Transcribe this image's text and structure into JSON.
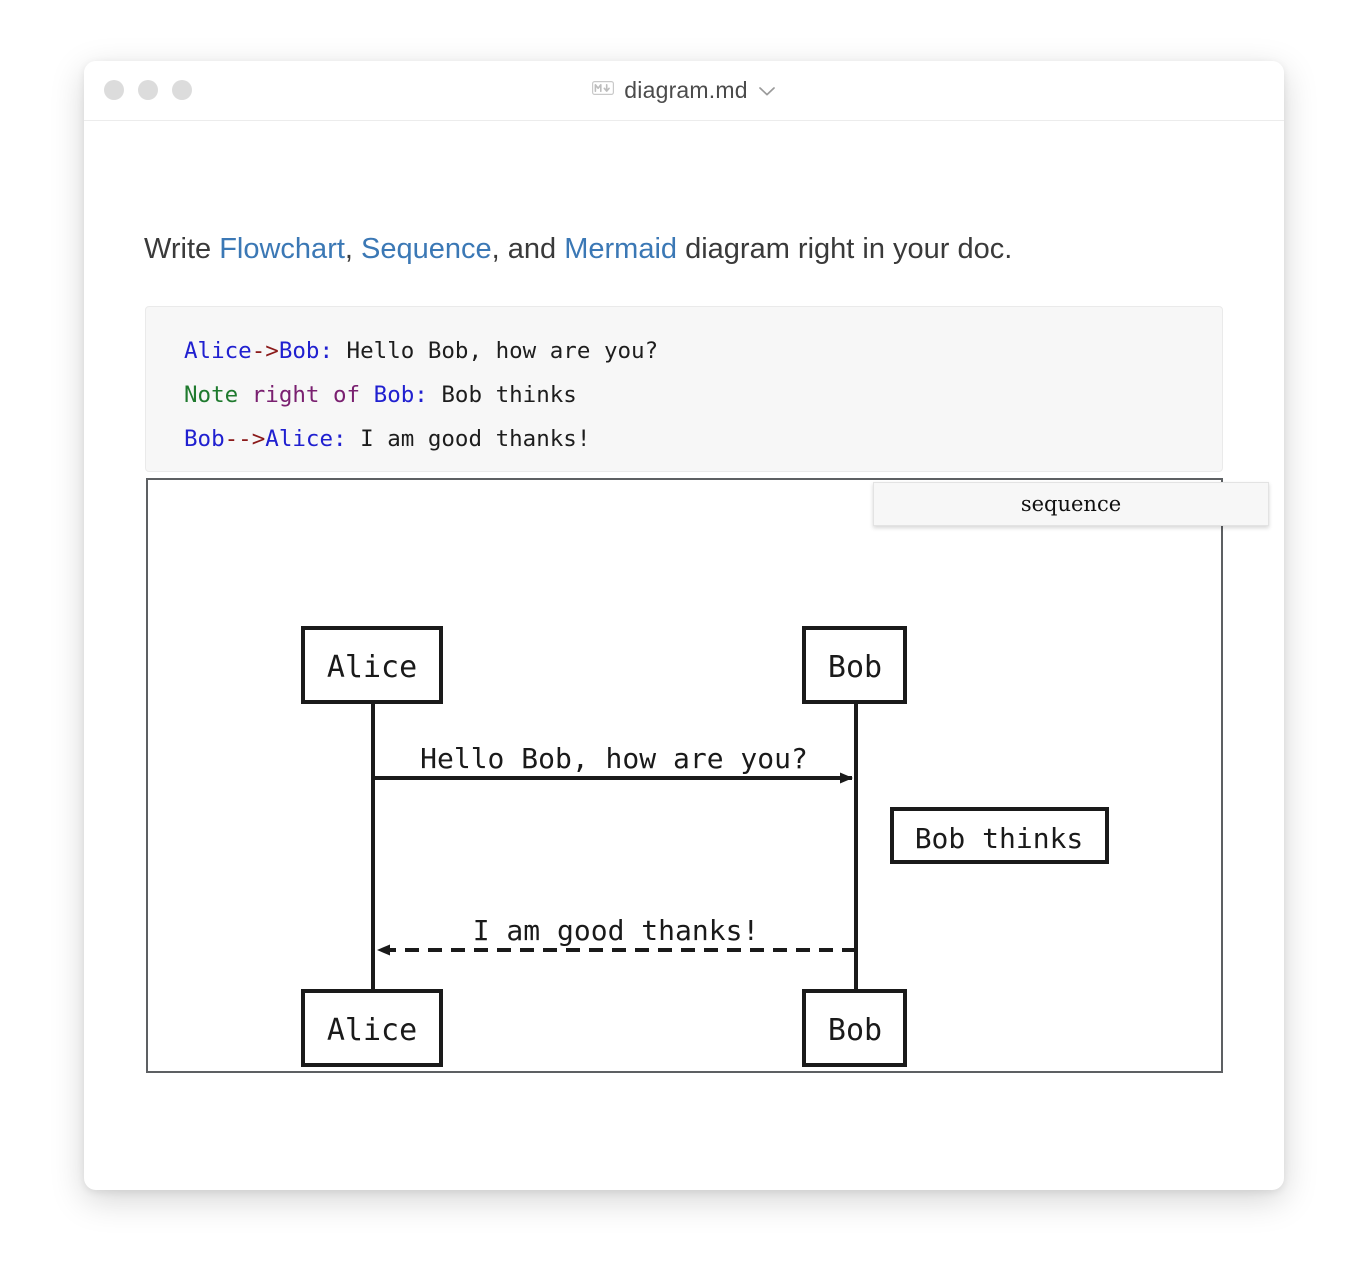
{
  "window": {
    "title": "diagram.md",
    "file_icon": "markdown-icon",
    "dropdown_icon": "chevron-down-icon",
    "traffic_lights": [
      "close-button",
      "minimize-button",
      "maximize-button"
    ]
  },
  "document": {
    "lead": {
      "part1": "Write ",
      "link1": "Flowchart",
      "part2": ", ",
      "link2": "Sequence",
      "part3": ", and ",
      "link3": "Mermaid",
      "part4": " diagram right in your doc."
    },
    "code_block": {
      "language": "sequence",
      "lines": [
        {
          "actor_from": "Alice",
          "arrow": "->",
          "actor_to": "Bob:",
          "message": " Hello Bob, how are you?"
        },
        {
          "note_kw": "Note",
          "note_pos": " right of ",
          "actor_to": "Bob:",
          "message": " Bob thinks"
        },
        {
          "actor_from": "Bob",
          "arrow": "-->",
          "actor_to": "Alice:",
          "message": " I am good thanks!"
        }
      ]
    },
    "diagram": {
      "badge_label": "sequence",
      "type": "sequence",
      "participants": [
        "Alice",
        "Bob"
      ],
      "messages": [
        {
          "from": "Alice",
          "to": "Bob",
          "label": "Hello Bob, how are you?",
          "style": "solid",
          "arrow": "right"
        },
        {
          "from": "Bob",
          "to": "Alice",
          "label": "I am good thanks!",
          "style": "dashed",
          "arrow": "left"
        }
      ],
      "notes": [
        {
          "position": "right of Bob",
          "text": "Bob thinks"
        }
      ]
    }
  },
  "colors": {
    "link": "#3b78b5",
    "code_actor": "#2020d0",
    "code_arrow": "#8b1a1a",
    "code_note": "#1f7a2e",
    "code_keyword": "#7a2070",
    "diagram_stroke": "#1a1a1a",
    "container_border": "#5d6063"
  }
}
